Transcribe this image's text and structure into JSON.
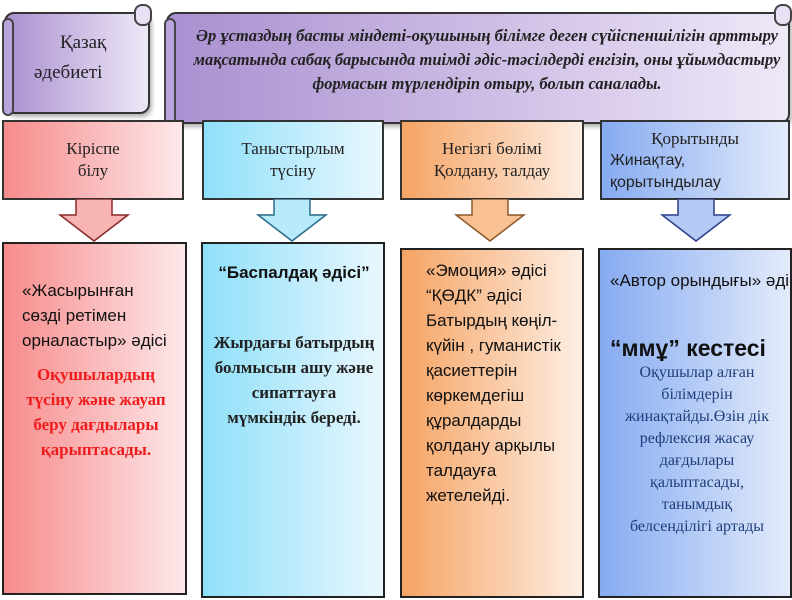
{
  "subject": {
    "line1": "Қазақ",
    "line2": "әдебиеті"
  },
  "banner": "Әр ұстаздың басты міндеті-оқушының білімге деген сүйіспеншілігін арттыру мақсатында сабақ барысында тиімді әдіс-тәсілдерді енгізіп, оны ұйымдастыру формасын түрлендіріп отыру, болып саналады.",
  "stages": [
    {
      "title": "Кіріспе",
      "subtitle": "білу",
      "color": "#f78b8b"
    },
    {
      "title": "Таныстырлым",
      "subtitle": "түсіну",
      "color": "#8fe0fa"
    },
    {
      "title": "Негізгі бөлімі",
      "subtitle": "Қолдану, талдау",
      "color": "#f6a464"
    },
    {
      "title": "Қорытынды",
      "subtitle": "Жинақтау, қорытындылау",
      "color": "#86abf1"
    }
  ],
  "columns": [
    {
      "method": "«Жасырынған сөзді  ретімен орналастыр» әдісі",
      "description": "Оқушылардың түсіну  және жауап беру дағдылары қарыптасады.",
      "desc_color": "#ee1c1c"
    },
    {
      "method": "“Баспалдақ әдісі”",
      "description": "Жырдағы батырдың болмысын ашу және сипаттауға мүмкіндік береді."
    },
    {
      "method": "«Эмоция» әдісі “ҚӨДК” әдісі Батырдың көңіл-күйін , гуманистік қасиеттерін көркемдегіш құралдарды қолдану арқылы талдауға жетелейді."
    },
    {
      "method": "«Автор орындығы» әдісі",
      "method2": "“ммұ” кестесі",
      "description": "Оқушылар алған білімдерін жинақтайды.Өзін дік рефлексия жасау дағдылары қалыптасады, танымдық белсенділігі артады",
      "desc_color": "#1f3d7a"
    }
  ]
}
